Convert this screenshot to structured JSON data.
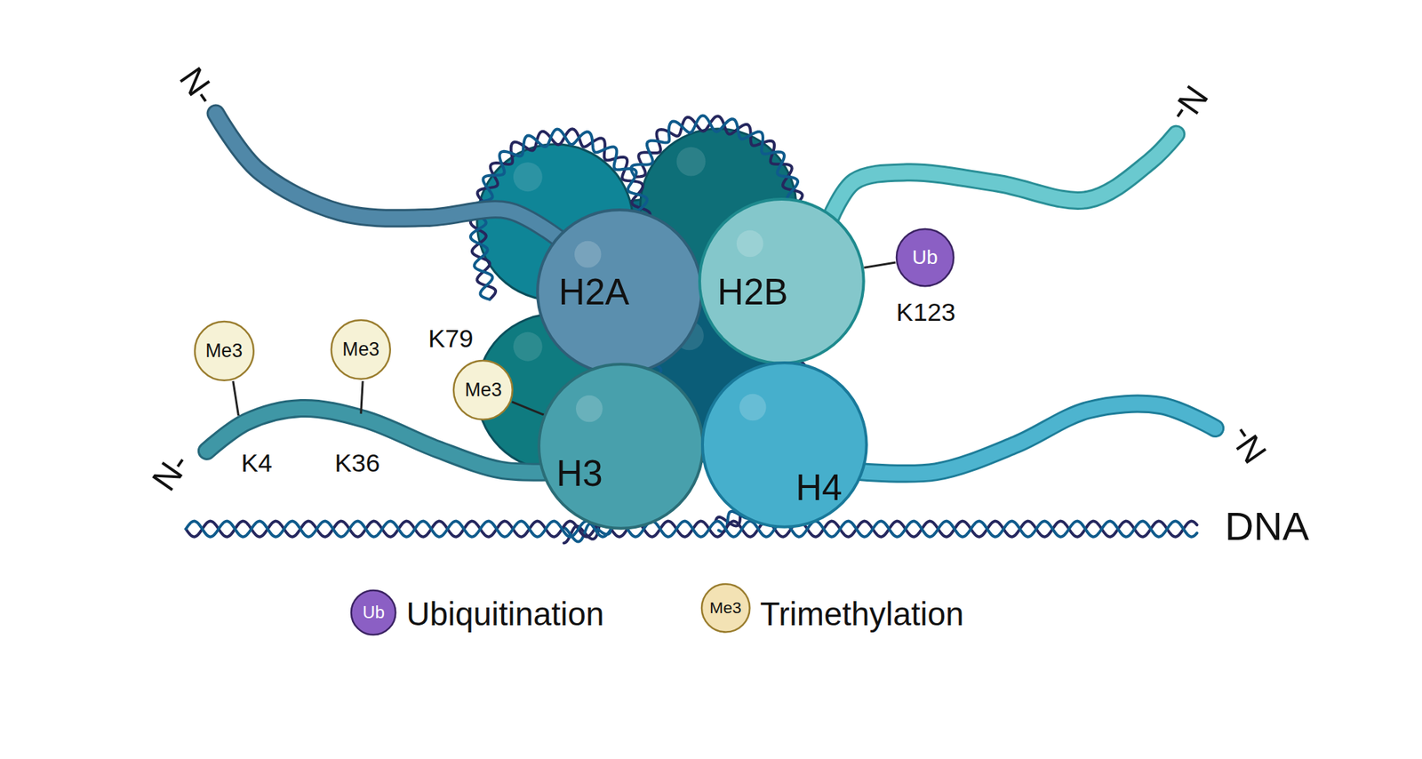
{
  "diagram": {
    "nodes": [
      {
        "text": [
          "H2A"
        ]
      },
      {
        "text": [
          "H2B"
        ]
      },
      {
        "text": [
          "Ub"
        ]
      },
      {
        "text": [
          "Me3"
        ]
      },
      {
        "text": [
          "Me3"
        ]
      },
      {
        "text": [
          "Me3"
        ]
      },
      {
        "text": [
          "H3"
        ]
      },
      {
        "text": [
          "H4"
        ]
      },
      {
        "text": [
          "Ub"
        ]
      },
      {
        "text": [
          "Me3"
        ]
      }
    ],
    "edges": [
      {
        "from": 2,
        "to": 1,
        "arrow": "none"
      },
      {
        "from": 5,
        "to": 6,
        "arrow": "none"
      }
    ],
    "labels": [
      "N-",
      "N-",
      "K123",
      "K79",
      "N-",
      "K4",
      "K36",
      "N-",
      "DNA"
    ],
    "legend": [
      {
        "text": "Ubiquitination"
      },
      {
        "text": "Trimethylation"
      }
    ]
  }
}
